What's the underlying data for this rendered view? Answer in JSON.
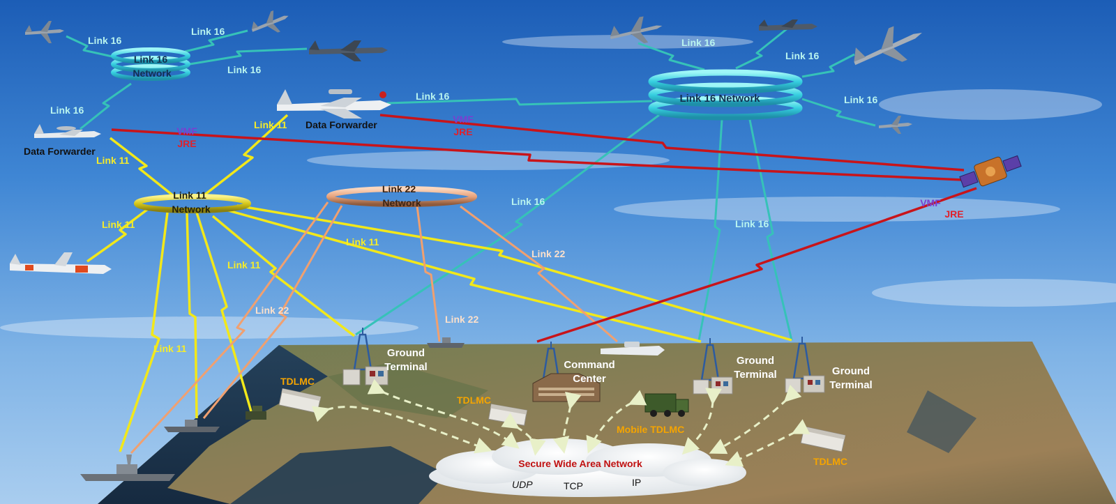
{
  "colors": {
    "link16": "#36c2b8",
    "link11": "#f2e81a",
    "link22": "#f0a070",
    "vmf_jre": "#c8141a",
    "vmf_text": "#7a3fd0",
    "jre_text": "#e0202a",
    "tdlmc_text": "#f5a400",
    "wan_text": "#c01010",
    "ground_text": "#ffffff"
  },
  "networks": {
    "link16_left": [
      "Link 16",
      "Network"
    ],
    "link16_right": "Link 16 Network",
    "link11": [
      "Link 11",
      "Network"
    ],
    "link22": [
      "Link 22",
      "Network"
    ]
  },
  "links": {
    "link16": "Link 16",
    "link11": "Link 11",
    "link22": "Link 22",
    "vmf": "VMF",
    "jre": "JRE"
  },
  "nodes": {
    "data_forwarder": "Data Forwarder",
    "ground_terminal": [
      "Ground",
      "Terminal"
    ],
    "command_center": [
      "Command",
      "Center"
    ],
    "tdlmc": "TDLMC",
    "mobile_tdlmc": "Mobile TDLMC"
  },
  "wan": {
    "title": "Secure Wide Area Network",
    "protocols": [
      "UDP",
      "TCP",
      "IP"
    ]
  }
}
